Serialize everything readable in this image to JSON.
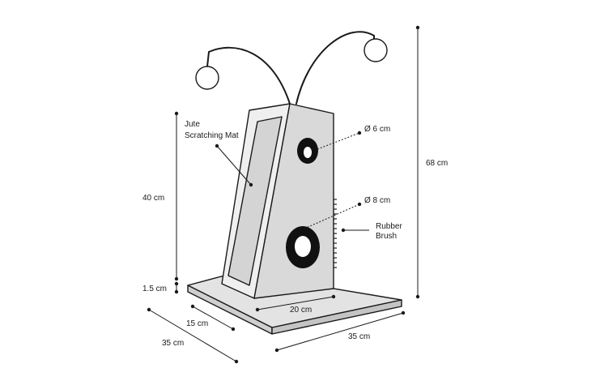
{
  "labels": {
    "jute_line1": "Jute",
    "jute_line2": "Scratching Mat",
    "hole_small": "Ø 6 cm",
    "hole_large": "Ø 8 cm",
    "brush_line1": "Rubber",
    "brush_line2": "Brush",
    "height_total": "68 cm",
    "height_post": "40 cm",
    "base_thickness": "1.5 cm",
    "post_depth": "15 cm",
    "post_width": "20 cm",
    "base_depth": "35 cm",
    "base_width": "35 cm"
  },
  "colors": {
    "outline": "#1a1a1a",
    "base_top": "#e3e3e3",
    "base_side": "#cfcfcf",
    "post_front": "#d9d9d9",
    "post_side": "#ececec",
    "mat": "#d4d4d4",
    "hole": "#111111",
    "ball": "#ffffff"
  }
}
